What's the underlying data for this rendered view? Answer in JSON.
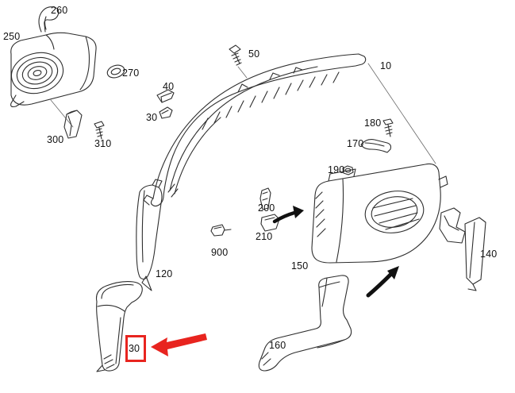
{
  "diagram": {
    "type": "exploded-parts-diagram",
    "background_color": "#ffffff",
    "line_color": "#2e2e2e",
    "highlight_color": "#e8241f",
    "labels": [
      {
        "text": "260"
      },
      {
        "text": "250"
      },
      {
        "text": "270"
      },
      {
        "text": "300"
      },
      {
        "text": "310"
      },
      {
        "text": "40"
      },
      {
        "text": "30"
      },
      {
        "text": "50"
      },
      {
        "text": "10"
      },
      {
        "text": "180"
      },
      {
        "text": "170"
      },
      {
        "text": "190"
      },
      {
        "text": "200"
      },
      {
        "text": "210"
      },
      {
        "text": "900"
      },
      {
        "text": "150"
      },
      {
        "text": "120"
      },
      {
        "text": "140"
      },
      {
        "text": "160"
      }
    ],
    "highlight": {
      "text": "30"
    }
  }
}
